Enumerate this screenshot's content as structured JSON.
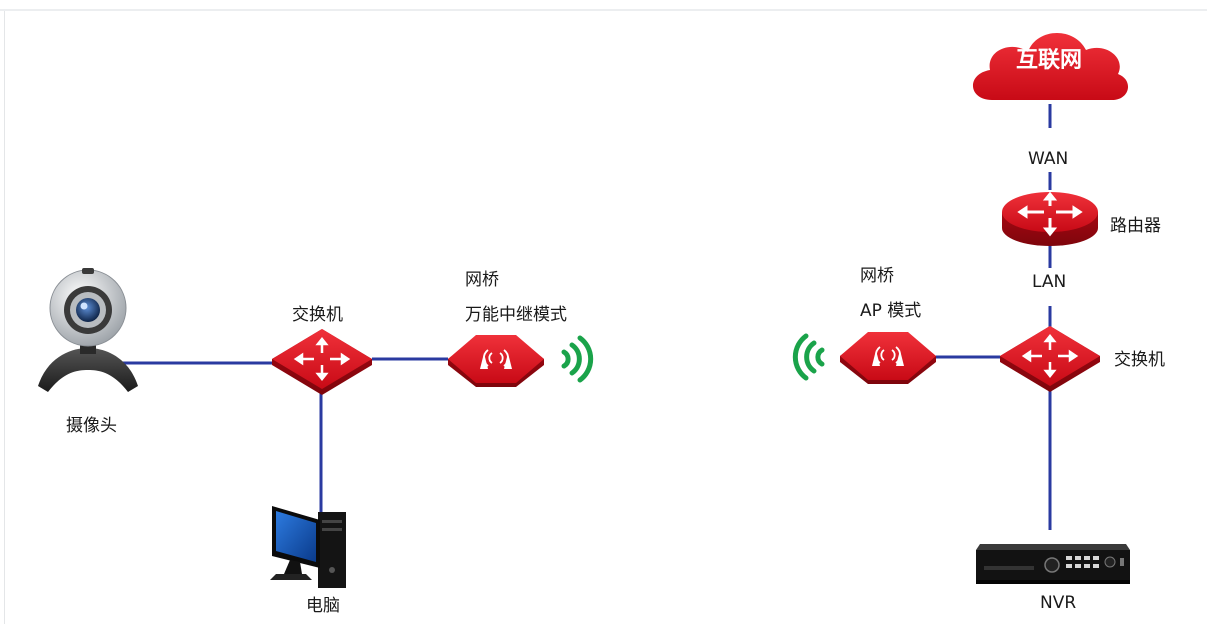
{
  "diagram": {
    "internet": "互联网",
    "wan": "WAN",
    "router": "路由器",
    "lan": "LAN",
    "switch_right": "交换机",
    "bridge_ap_line1": "网桥",
    "bridge_ap_line2": "AP 模式",
    "nvr": "NVR",
    "camera": "摄像头",
    "switch_left": "交换机",
    "bridge_repeater_line1": "网桥",
    "bridge_repeater_line2": "万能中继模式",
    "computer": "电脑"
  },
  "colors": {
    "link_line": "#2a3aa0",
    "device_red": "#d4101c",
    "wifi_green": "#1aa34a"
  }
}
